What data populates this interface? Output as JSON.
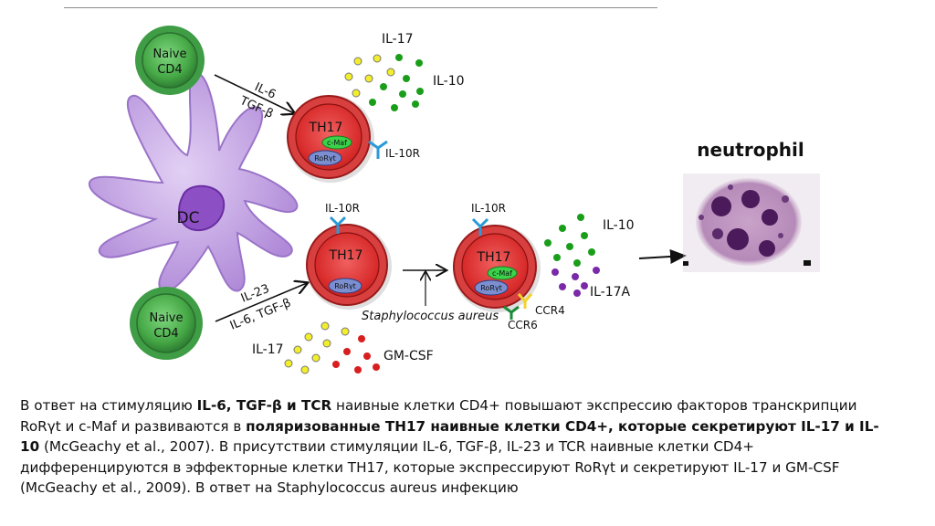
{
  "diagram": {
    "naive_top": [
      "Naive",
      "CD4"
    ],
    "naive_bottom": [
      "Naive",
      "CD4"
    ],
    "dc": "DC",
    "arrow_top_labels": [
      "IL-6",
      "TGF-β"
    ],
    "arrow_bottom_labels": [
      "IL-23",
      "IL-6, TGF-β"
    ],
    "th17_label": "TH17",
    "cmaf_label": "c-Maf",
    "roryt_label": "RoRγt",
    "il10r_label": "IL-10R",
    "il17_top": "IL-17",
    "il10_top": "IL-10",
    "il10_right": "IL-10",
    "il17a": "IL-17A",
    "ccr4": "CCR4",
    "ccr6": "CCR6",
    "il17_bottom": "IL-17",
    "gmcsf": "GM-CSF",
    "staph": "Staphylococcus aureus",
    "neutrophil": "neutrophil"
  },
  "caption": {
    "p1": "В ответ на стимуляцию ",
    "b1": "IL-6, TGF-β и TCR",
    "p2": " наивные клетки CD4+ повышают экспрессию факторов транскрипции RoRγt и c-Maf и развиваются в ",
    "b2": "поляризованные TH17 наивные клетки CD4+, которые секретируют IL-17 и IL-10",
    "p3": " (McGeachy et al., 2007). В присутствии стимуляции IL-6, TGF-β, IL-23 и TCR наивные клетки CD4+ дифференцируются в эффекторные клетки TH17, которые экспрессируют RoRγt и секретируют IL-17 и GM-CSF (McGeachy et al., 2009). В ответ на Staphylococcus aureus инфекцию"
  },
  "colors": {
    "naive_fill": "#4caf50",
    "th17_fill": "#e03030",
    "dc_fill": "#c8a8e8",
    "green_dot": "#1a9e1a",
    "yellow_dot": "#f2ee2a",
    "red_dot": "#d81e1e",
    "purple_dot": "#7a2aa8",
    "receptor_blue": "#2a9ad8"
  }
}
